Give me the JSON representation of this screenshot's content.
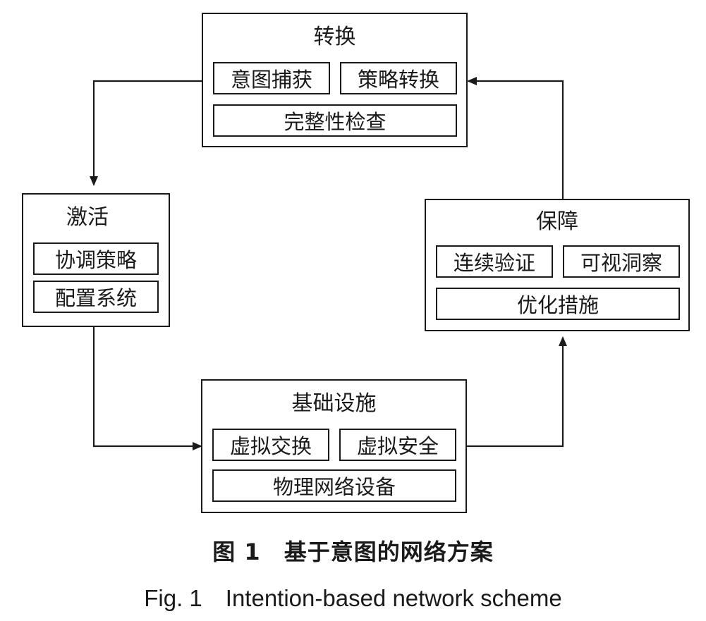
{
  "nodes": {
    "transform": {
      "title": "转换",
      "items": [
        "意图捕获",
        "策略转换",
        "完整性检查"
      ]
    },
    "activate": {
      "title": "激活",
      "items": [
        "协调策略",
        "配置系统"
      ]
    },
    "assurance": {
      "title": "保障",
      "items": [
        "连续验证",
        "可视洞察",
        "优化措施"
      ]
    },
    "infrastructure": {
      "title": "基础设施",
      "items": [
        "虚拟交换",
        "虚拟安全",
        "物理网络设备"
      ]
    }
  },
  "edges": [
    {
      "from": "transform",
      "to": "activate"
    },
    {
      "from": "activate",
      "to": "infrastructure"
    },
    {
      "from": "infrastructure",
      "to": "assurance"
    },
    {
      "from": "assurance",
      "to": "transform"
    }
  ],
  "caption": {
    "cn": "图 1　基于意图的网络方案",
    "en": "Fig. 1　Intention-based network scheme"
  },
  "colors": {
    "stroke": "#1a1a1a",
    "background": "#ffffff"
  }
}
